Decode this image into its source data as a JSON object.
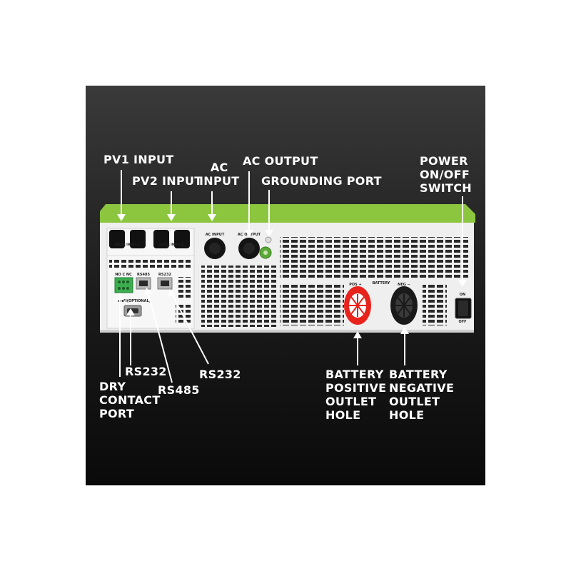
{
  "callouts": {
    "pv1_input": "PV1 INPUT",
    "pv2_input": "PV2 INPUT",
    "ac_input": [
      "AC",
      "INPUT"
    ],
    "ac_output": "AC OUTPUT",
    "grounding_port": "GROUNDING PORT",
    "power_switch": [
      "POWER",
      "ON/OFF",
      "SWITCH"
    ],
    "rs232_left": "RS232",
    "rs485": "RS485",
    "rs232_right": "RS232",
    "dry_contact": [
      "DRY",
      "CONTACT",
      "PORT"
    ],
    "battery_positive": [
      "BATTERY",
      "POSITIVE",
      "OUTLET",
      "HOLE"
    ],
    "battery_negative": [
      "BATTERY",
      "NEGATIVE",
      "OUTLET",
      "HOLE"
    ]
  },
  "device_labels": {
    "solar_input_1": "SOLAR INPUT 1",
    "solar_input_2": "SOLAR INPUT 2",
    "ac_input": "AC INPUT",
    "ac_output": "AC OUTPUT",
    "dry_contact": "NO C NC",
    "rs485": "RS485",
    "rs232": "RS232",
    "wifi": "WIFI(OPTIONAL)",
    "pos": "POS +",
    "battery": "BATTERY",
    "neg": "NEG −",
    "on": "ON",
    "off": "OFF"
  },
  "colors": {
    "panel_dark": "#1a1a1a",
    "device_body": "#f2f2f2",
    "accent_green": "#8cc63f",
    "battery_red": "#e8231c",
    "callout_text": "#ffffff"
  }
}
